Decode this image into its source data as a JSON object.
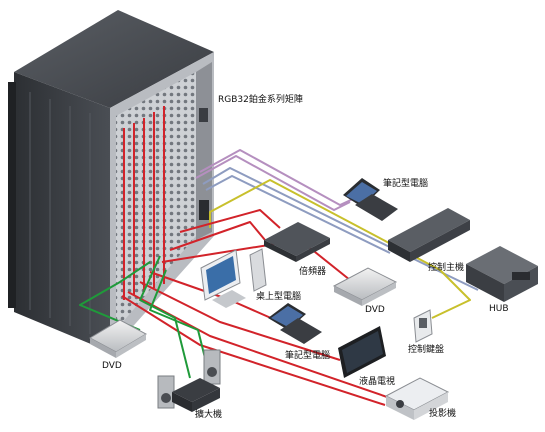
{
  "labels": {
    "matrix": "RGB32鉑金系列矩陣",
    "laptop_top": "筆記型電腦",
    "control_host": "控制主機",
    "hub": "HUB",
    "multiplier": "倍頻器",
    "desktop": "桌上型電腦",
    "dvd_right": "DVD",
    "laptop_mid": "筆記型電腦",
    "control_panel": "控制鍵盤",
    "dvd_left": "DVD",
    "lcd_tv": "液晶電視",
    "amplifier": "擴大機",
    "projector": "投影機"
  },
  "colors": {
    "rgb_cable": "#d2232a",
    "audio_cable": "#1f9a3a",
    "control_cable": "#c8c02c",
    "network_cable": "#8e9cc0",
    "laptop_cable": "#b58fbf"
  }
}
